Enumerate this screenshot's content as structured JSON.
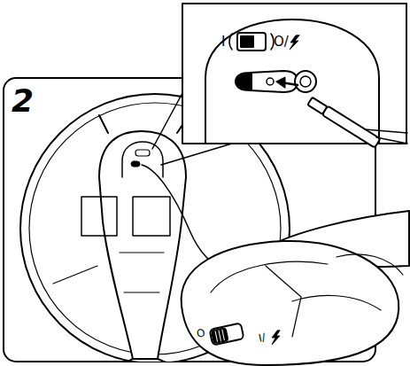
{
  "diagram": {
    "labels": [
      "2",
      "I",
      "O/",
      "O",
      "I/"
    ]
  }
}
